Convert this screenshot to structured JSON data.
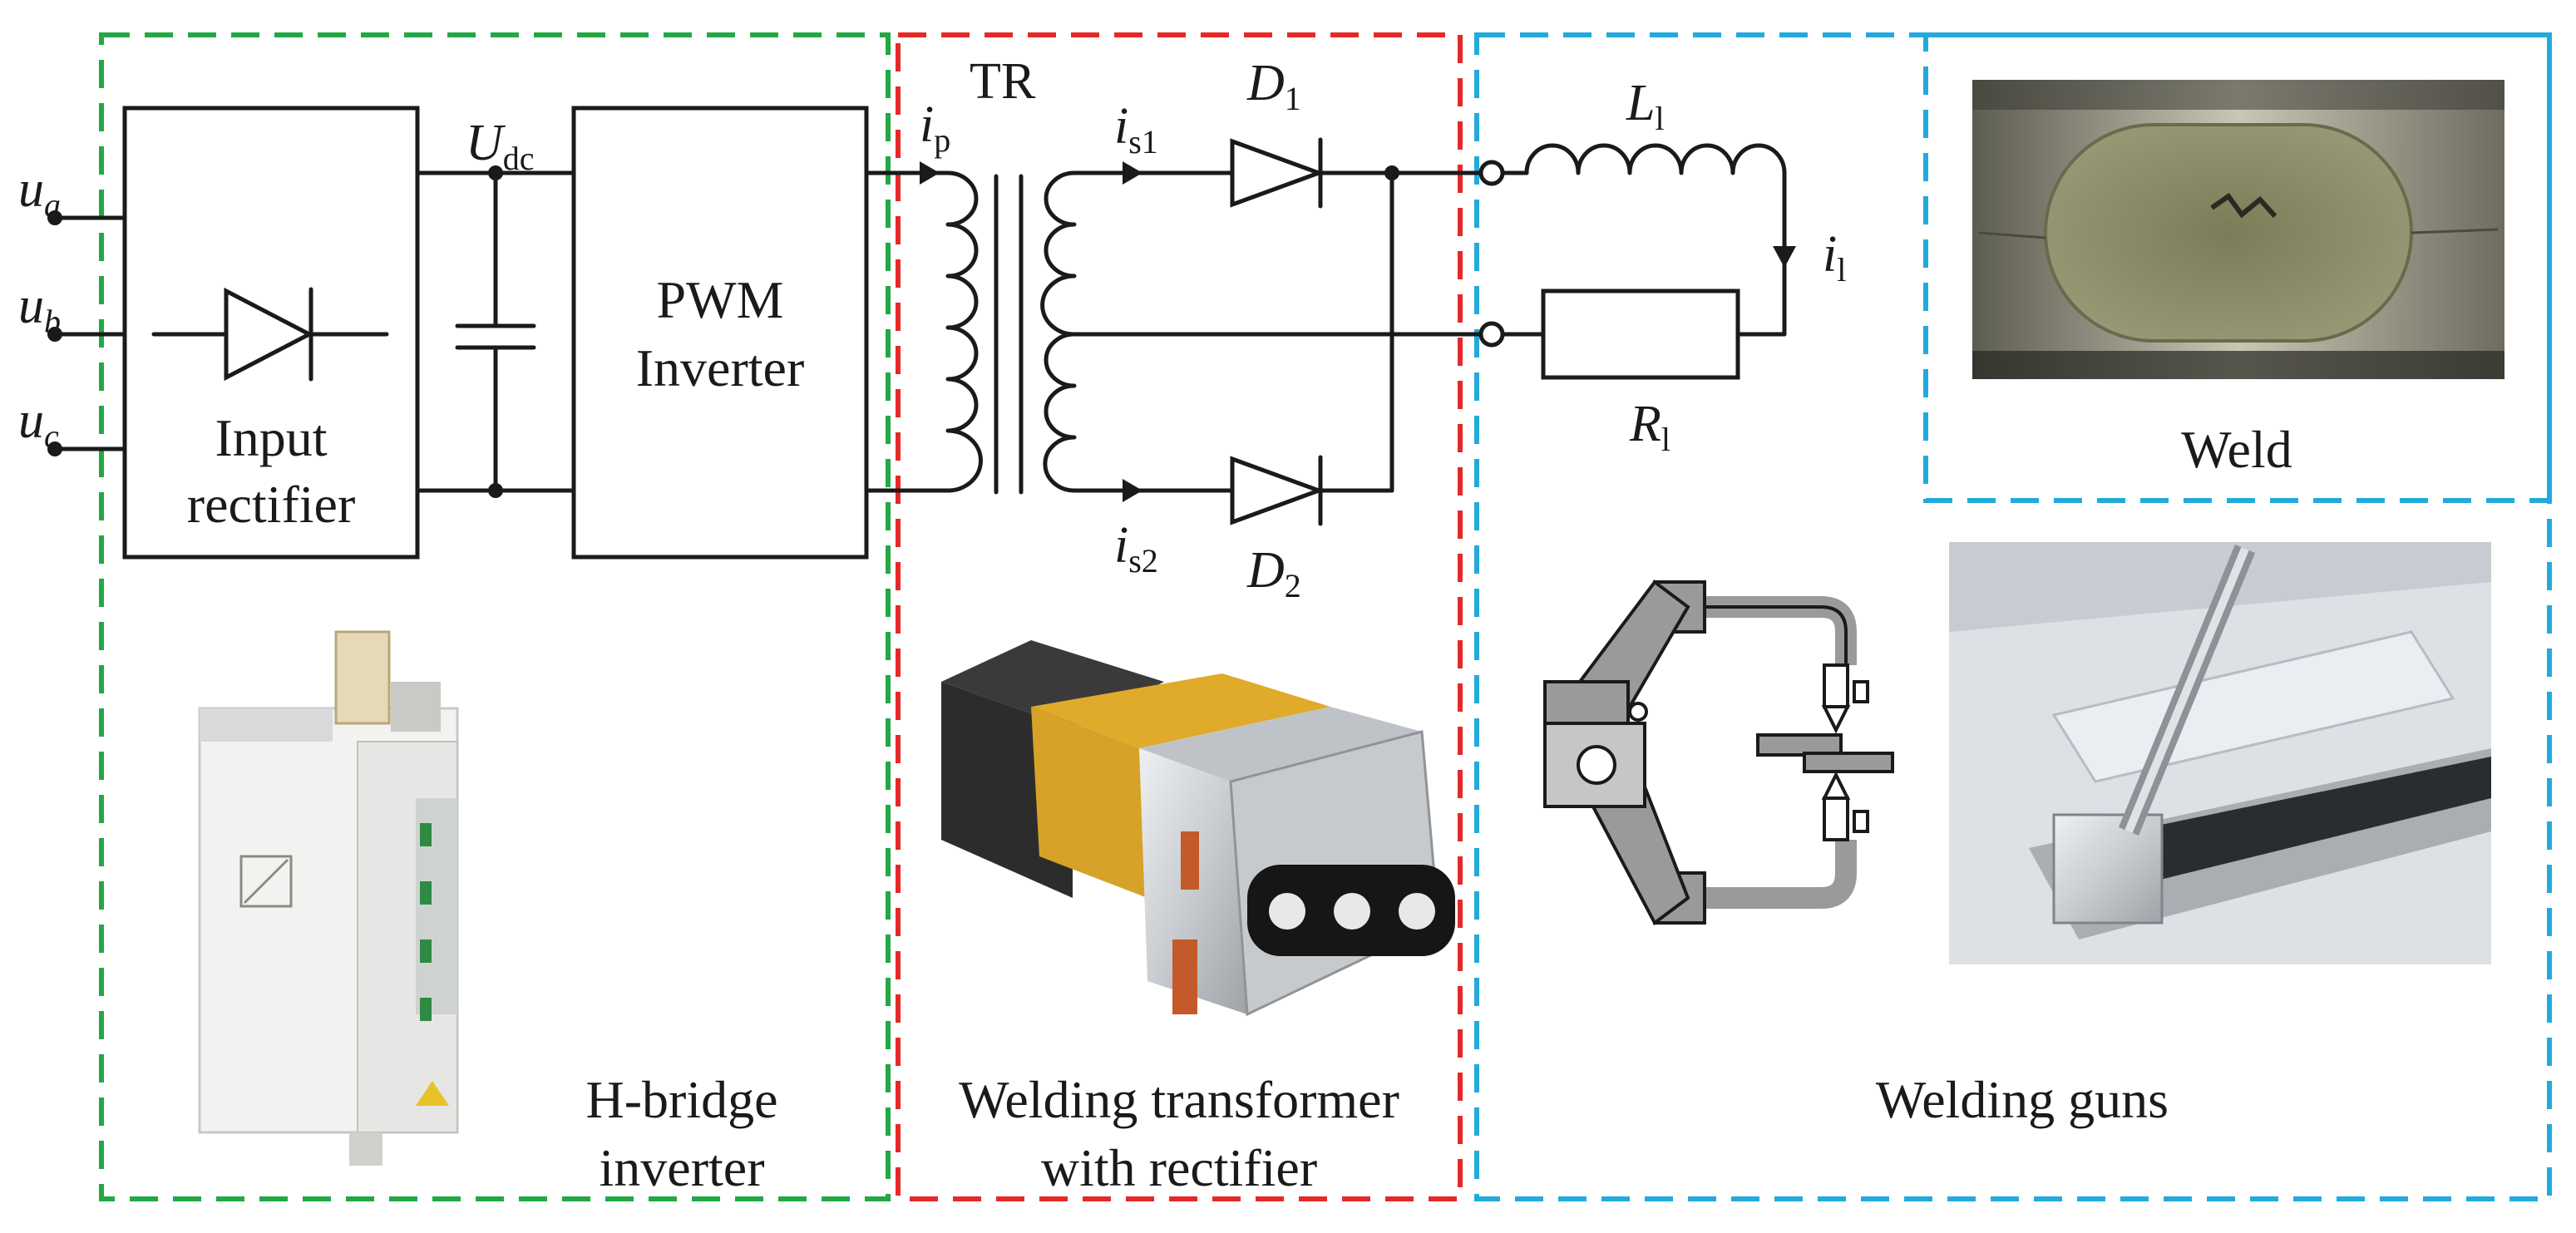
{
  "regions": {
    "hbridge": {
      "label_line1": "H-bridge",
      "label_line2": "inverter",
      "color": "#22a845"
    },
    "transformer": {
      "label_line1": "Welding transformer",
      "label_line2": "with rectifier",
      "color": "#e62828"
    },
    "guns": {
      "label": "Welding guns",
      "color": "#22aadd"
    },
    "weld": {
      "label": "Weld",
      "color": "#22aadd"
    }
  },
  "inputs": [
    {
      "main": "u",
      "sub": "a"
    },
    {
      "main": "u",
      "sub": "b"
    },
    {
      "main": "u",
      "sub": "c"
    }
  ],
  "blocks": {
    "input_rectifier": {
      "line1": "Input",
      "line2": "rectifier"
    },
    "pwm_inverter": {
      "line1": "PWM",
      "line2": "Inverter"
    },
    "load_resistor": {
      "main": "R",
      "sub": "l"
    }
  },
  "labels": {
    "udc": {
      "main": "U",
      "sub": "dc"
    },
    "tr": "TR",
    "ip": {
      "main": "i",
      "sub": "p"
    },
    "is1": {
      "main": "i",
      "sub": "s1"
    },
    "is2": {
      "main": "i",
      "sub": "s2"
    },
    "d1": {
      "main": "D",
      "sub": "1"
    },
    "d2": {
      "main": "D",
      "sub": "2"
    },
    "l1": {
      "main": "L",
      "sub": "l"
    },
    "il": {
      "main": "i",
      "sub": "l"
    }
  }
}
